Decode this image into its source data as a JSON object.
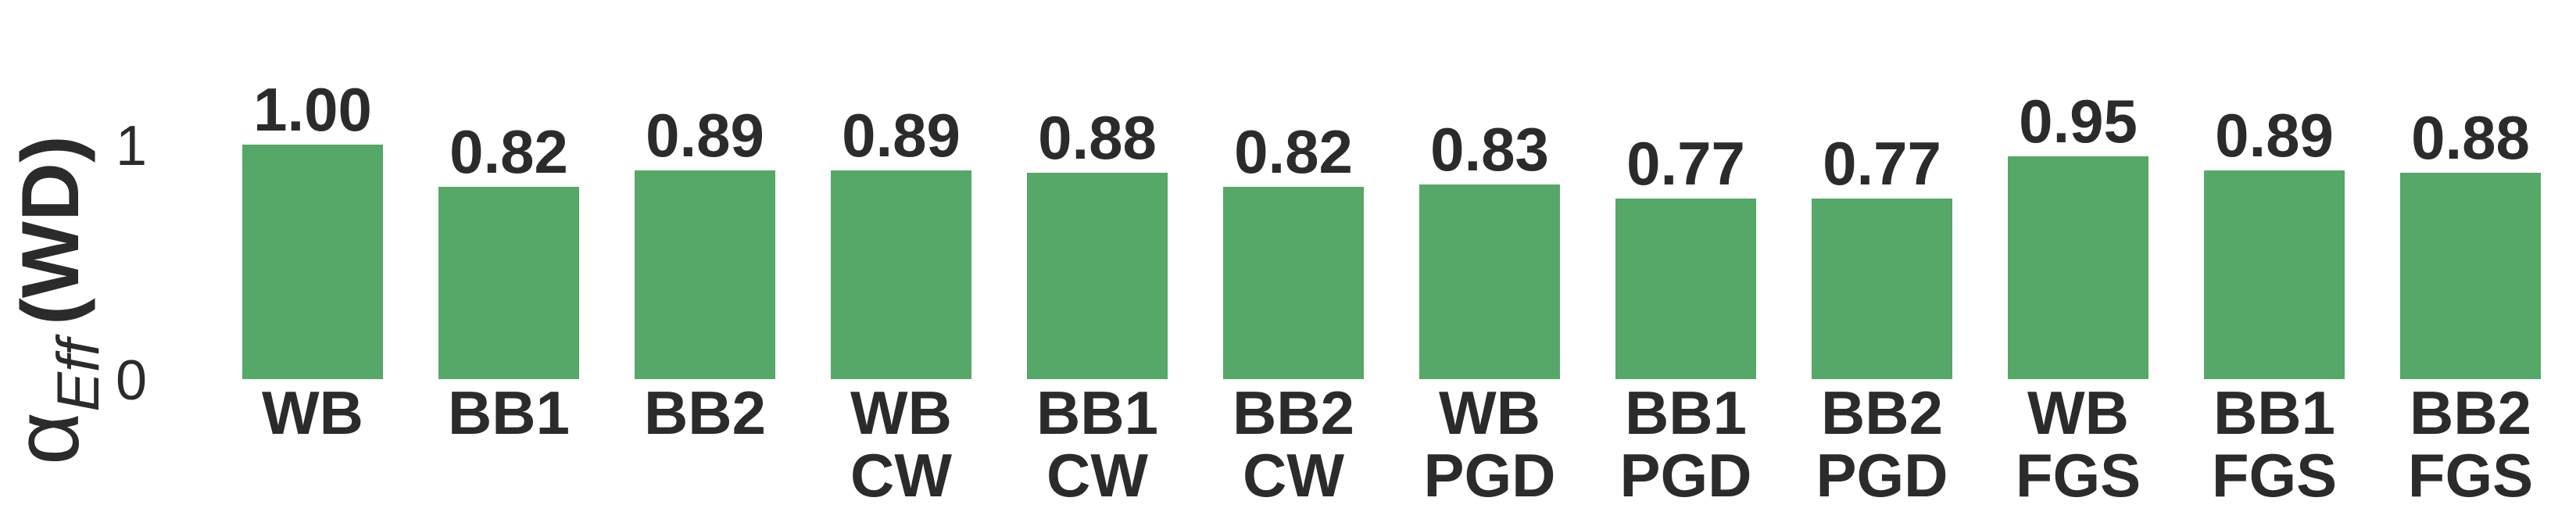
{
  "chart_data": {
    "type": "bar",
    "ylabel": {
      "alpha": "α",
      "subscript": "Eff",
      "suffix": "(WD)"
    },
    "yticks": [
      "0",
      "1"
    ],
    "ylim": [
      0,
      1.18
    ],
    "categories": [
      [
        "WB"
      ],
      [
        "BB1"
      ],
      [
        "BB2"
      ],
      [
        "WB",
        "CW"
      ],
      [
        "BB1",
        "CW"
      ],
      [
        "BB2",
        "CW"
      ],
      [
        "WB",
        "PGD"
      ],
      [
        "BB1",
        "PGD"
      ],
      [
        "BB2",
        "PGD"
      ],
      [
        "WB",
        "FGS"
      ],
      [
        "BB1",
        "FGS"
      ],
      [
        "BB2",
        "FGS"
      ]
    ],
    "values": [
      1.0,
      0.82,
      0.89,
      0.89,
      0.88,
      0.82,
      0.83,
      0.77,
      0.77,
      0.95,
      0.89,
      0.88
    ],
    "value_labels": [
      "1.00",
      "0.82",
      "0.89",
      "0.89",
      "0.88",
      "0.82",
      "0.83",
      "0.77",
      "0.77",
      "0.95",
      "0.89",
      "0.88"
    ],
    "bar_color": "#55a868"
  }
}
